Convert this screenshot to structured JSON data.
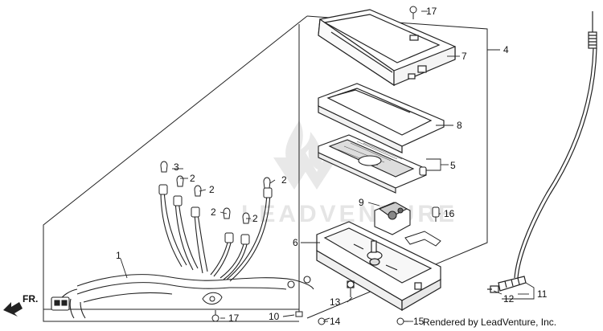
{
  "diagram": {
    "callouts": [
      "1",
      "2",
      "2",
      "2",
      "2",
      "2",
      "3",
      "4",
      "5",
      "6",
      "7",
      "8",
      "9",
      "10",
      "11",
      "12",
      "13",
      "14",
      "15",
      "16",
      "17",
      "17"
    ],
    "direction_label": "FR.",
    "watermark_text": "LEADVENTURE",
    "credit": "Rendered by LeadVenture, Inc."
  }
}
